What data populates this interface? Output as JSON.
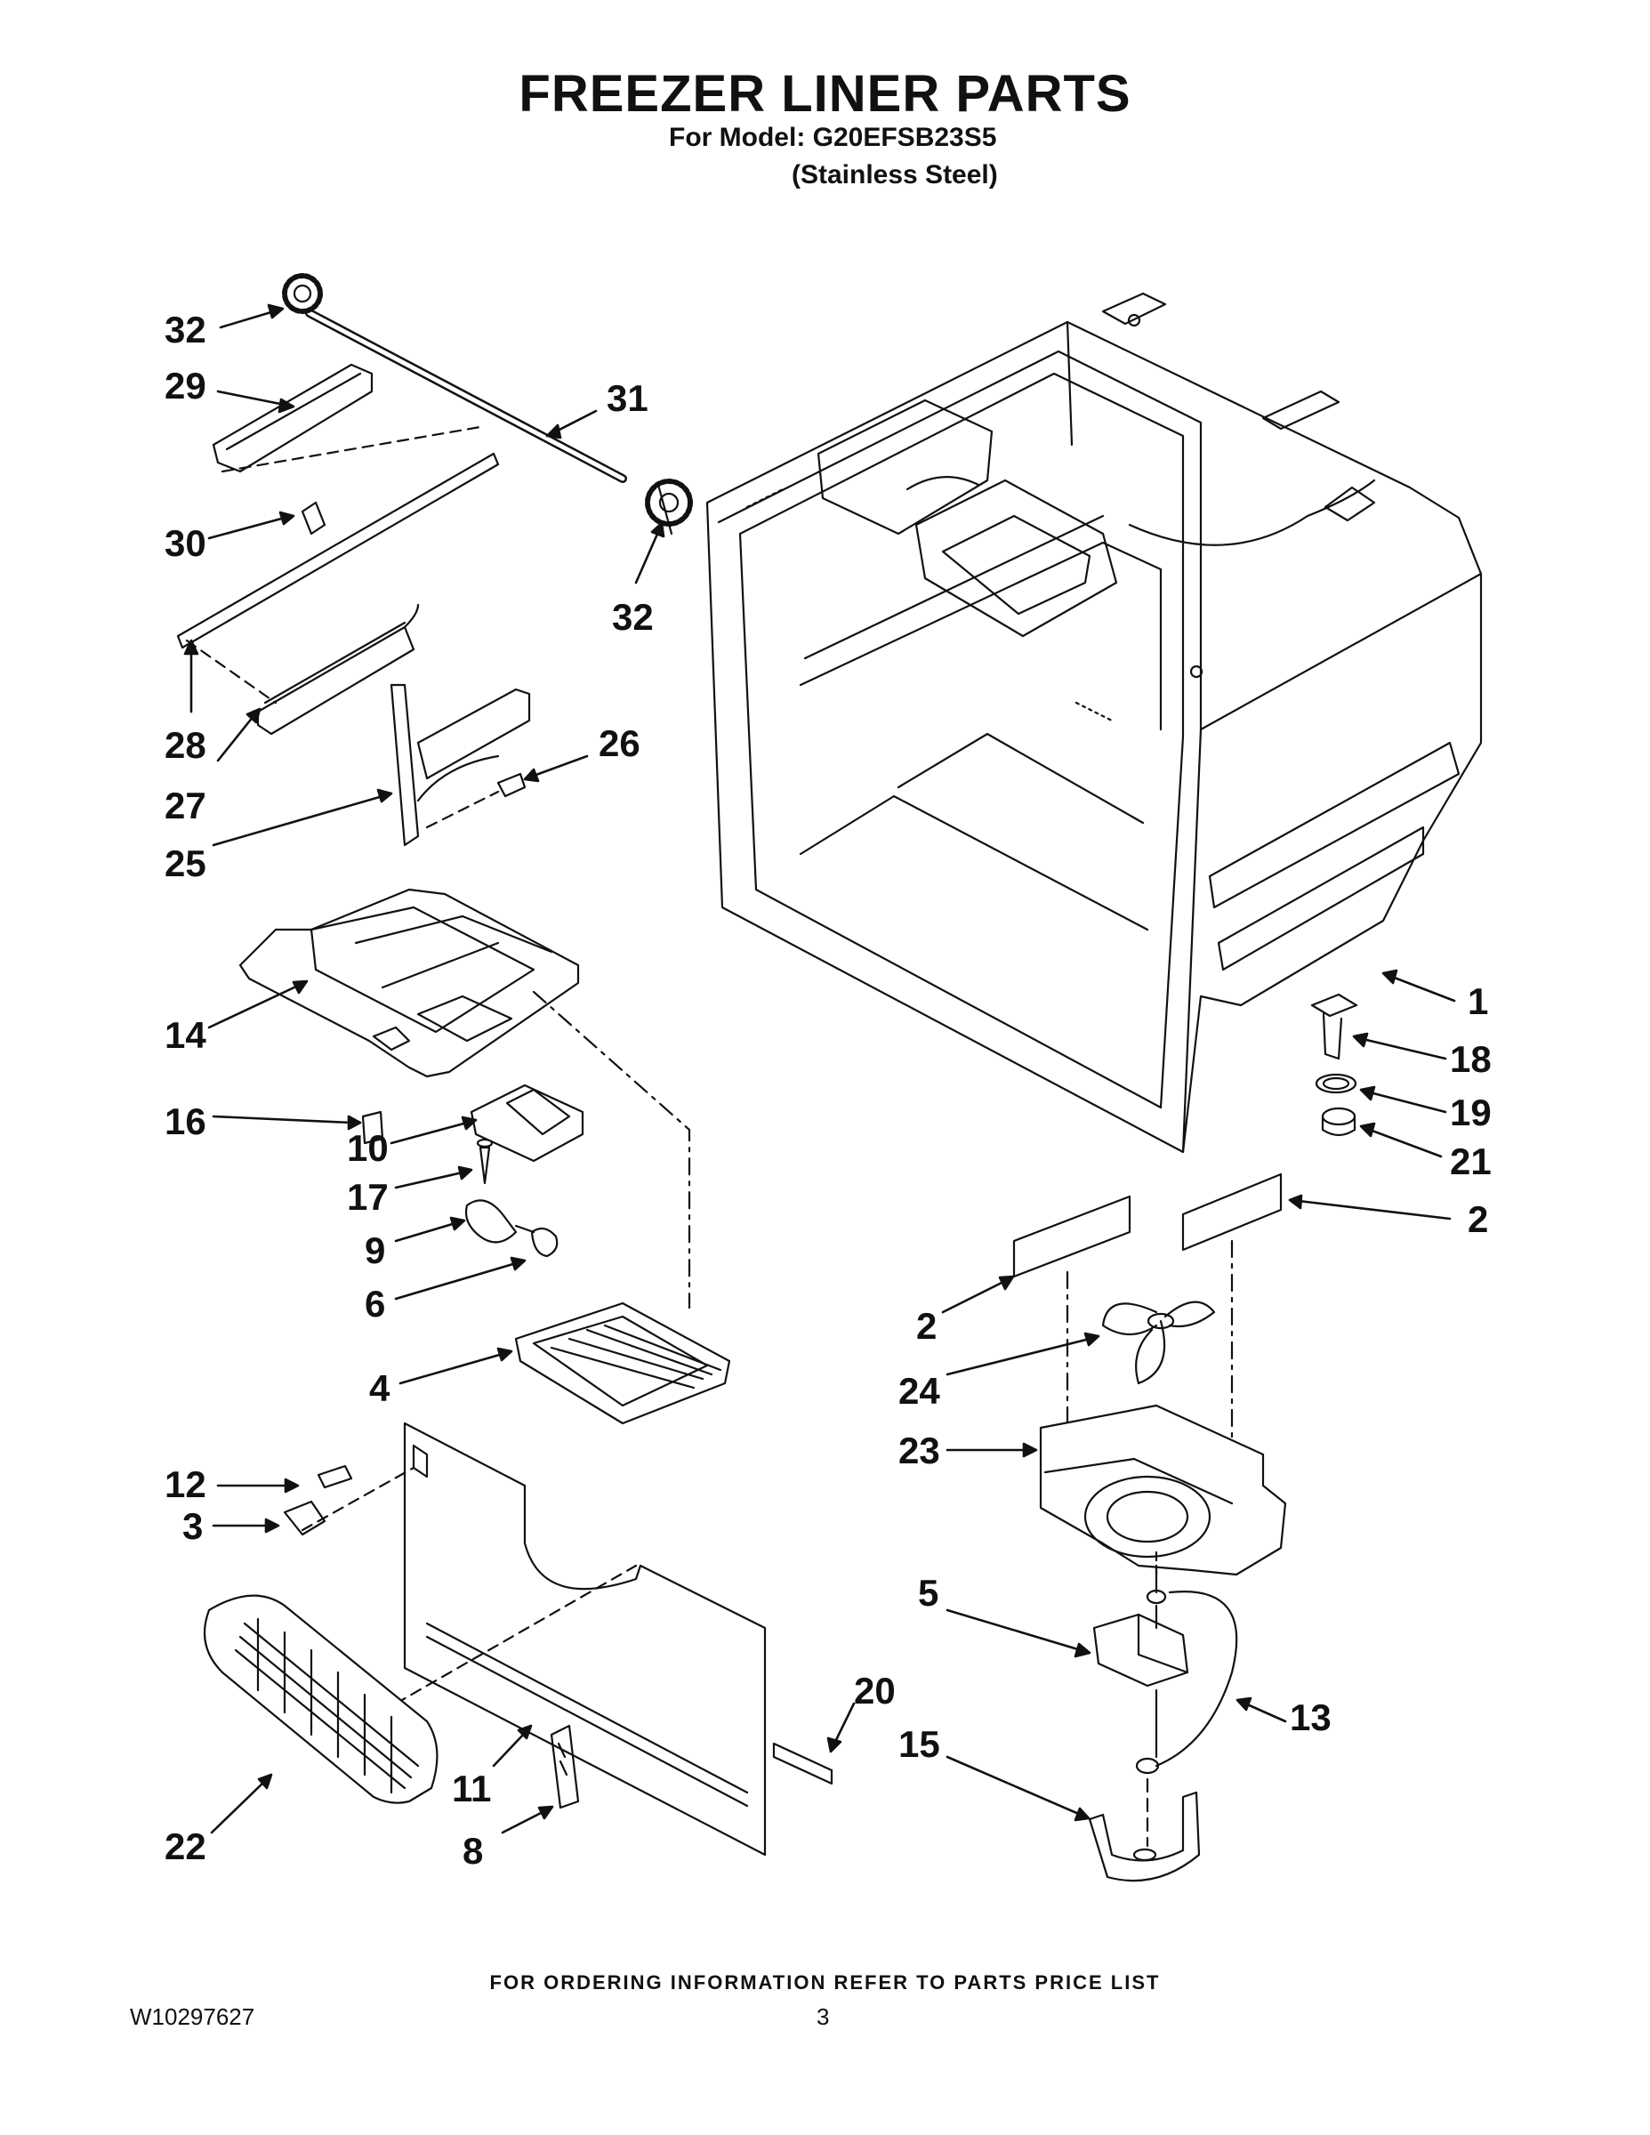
{
  "header": {
    "title": "FREEZER LINER PARTS",
    "model_line": "For Model: G20EFSB23S5",
    "finish_line": "(Stainless Steel)"
  },
  "callouts": [
    "32",
    "29",
    "31",
    "30",
    "32",
    "28",
    "27",
    "26",
    "25",
    "14",
    "16",
    "10",
    "17",
    "9",
    "6",
    "4",
    "12",
    "3",
    "22",
    "11",
    "8",
    "20",
    "1",
    "18",
    "19",
    "21",
    "2",
    "2",
    "24",
    "23",
    "5",
    "13",
    "15"
  ],
  "footer": {
    "note": "FOR ORDERING INFORMATION REFER TO PARTS PRICE LIST",
    "document_number": "W10297627",
    "page_number": "3"
  }
}
